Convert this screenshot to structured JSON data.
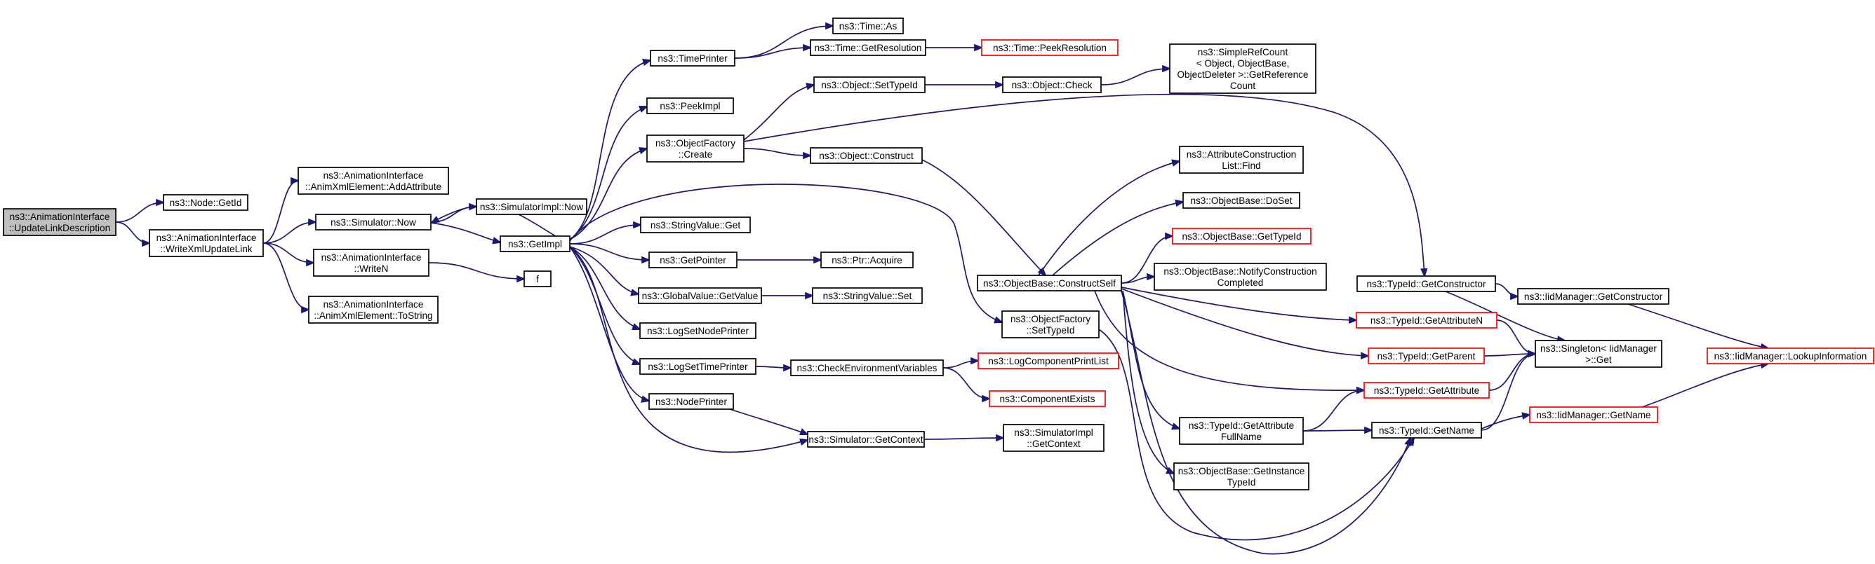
{
  "graph": {
    "nodes": {
      "root": {
        "lines": [
          "ns3::AnimationInterface",
          "::UpdateLinkDescription"
        ],
        "style": "root"
      },
      "node_getid": {
        "lines": [
          "ns3::Node::GetId"
        ]
      },
      "write_xml_update_link": {
        "lines": [
          "ns3::AnimationInterface",
          "::WriteXmlUpdateLink"
        ]
      },
      "add_attribute": {
        "lines": [
          "ns3::AnimationInterface",
          "::AnimXmlElement::AddAttribute"
        ]
      },
      "simulator_now": {
        "lines": [
          "ns3::Simulator::Now"
        ]
      },
      "write_n": {
        "lines": [
          "ns3::AnimationInterface",
          "::WriteN"
        ]
      },
      "to_string": {
        "lines": [
          "ns3::AnimationInterface",
          "::AnimXmlElement::ToString"
        ]
      },
      "simulatorimpl_now": {
        "lines": [
          "ns3::SimulatorImpl::Now"
        ]
      },
      "get_impl": {
        "lines": [
          "ns3::GetImpl"
        ]
      },
      "f": {
        "lines": [
          "f"
        ]
      },
      "time_printer": {
        "lines": [
          "ns3::TimePrinter"
        ]
      },
      "peek_impl": {
        "lines": [
          "ns3::PeekImpl"
        ]
      },
      "object_factory_create": {
        "lines": [
          "ns3::ObjectFactory",
          "::Create"
        ]
      },
      "string_value_get": {
        "lines": [
          "ns3::StringValue::Get"
        ]
      },
      "get_pointer": {
        "lines": [
          "ns3::GetPointer"
        ]
      },
      "global_value_getvalue": {
        "lines": [
          "ns3::GlobalValue::GetValue"
        ]
      },
      "log_set_node_printer": {
        "lines": [
          "ns3::LogSetNodePrinter"
        ]
      },
      "log_set_time_printer": {
        "lines": [
          "ns3::LogSetTimePrinter"
        ]
      },
      "node_printer": {
        "lines": [
          "ns3::NodePrinter"
        ]
      },
      "time_as": {
        "lines": [
          "ns3::Time::As"
        ]
      },
      "time_get_resolution": {
        "lines": [
          "ns3::Time::GetResolution"
        ]
      },
      "time_peek_resolution": {
        "lines": [
          "ns3::Time::PeekResolution"
        ],
        "style": "red"
      },
      "object_settypeid": {
        "lines": [
          "ns3::Object::SetTypeId"
        ]
      },
      "object_check": {
        "lines": [
          "ns3::Object::Check"
        ]
      },
      "simple_ref_count": {
        "lines": [
          "ns3::SimpleRefCount",
          "< Object, ObjectBase,",
          "ObjectDeleter >::GetReference",
          "Count"
        ]
      },
      "object_construct": {
        "lines": [
          "ns3::Object::Construct"
        ]
      },
      "ptr_acquire": {
        "lines": [
          "ns3::Ptr::Acquire"
        ]
      },
      "string_value_set": {
        "lines": [
          "ns3::StringValue::Set"
        ]
      },
      "check_env_vars": {
        "lines": [
          "ns3::CheckEnvironmentVariables"
        ]
      },
      "log_component_print_list": {
        "lines": [
          "ns3::LogComponentPrintList"
        ],
        "style": "red"
      },
      "component_exists": {
        "lines": [
          "ns3::ComponentExists"
        ],
        "style": "red"
      },
      "simulator_get_context": {
        "lines": [
          "ns3::Simulator::GetContext"
        ]
      },
      "simulatorimpl_get_context": {
        "lines": [
          "ns3::SimulatorImpl",
          "::GetContext"
        ]
      },
      "object_factory_settypeid": {
        "lines": [
          "ns3::ObjectFactory",
          "::SetTypeId"
        ]
      },
      "objectbase_construct_self": {
        "lines": [
          "ns3::ObjectBase::ConstructSelf"
        ]
      },
      "attr_construction_list_find": {
        "lines": [
          "ns3::AttributeConstruction",
          "List::Find"
        ]
      },
      "objectbase_doset": {
        "lines": [
          "ns3::ObjectBase::DoSet"
        ]
      },
      "objectbase_gettypeid": {
        "lines": [
          "ns3::ObjectBase::GetTypeId"
        ],
        "style": "red"
      },
      "objectbase_notify_construction": {
        "lines": [
          "ns3::ObjectBase::NotifyConstruction",
          "Completed"
        ]
      },
      "typeid_get_attribute_full_name": {
        "lines": [
          "ns3::TypeId::GetAttribute",
          "FullName"
        ]
      },
      "objectbase_get_instance_typeid": {
        "lines": [
          "ns3::ObjectBase::GetInstance",
          "TypeId"
        ]
      },
      "typeid_get_constructor": {
        "lines": [
          "ns3::TypeId::GetConstructor"
        ]
      },
      "typeid_get_attribute_n": {
        "lines": [
          "ns3::TypeId::GetAttributeN"
        ],
        "style": "red"
      },
      "typeid_get_parent": {
        "lines": [
          "ns3::TypeId::GetParent"
        ],
        "style": "red"
      },
      "typeid_get_attribute": {
        "lines": [
          "ns3::TypeId::GetAttribute"
        ],
        "style": "red"
      },
      "typeid_get_name": {
        "lines": [
          "ns3::TypeId::GetName"
        ]
      },
      "iidmanager_get_constructor": {
        "lines": [
          "ns3::IidManager::GetConstructor"
        ]
      },
      "singleton_get": {
        "lines": [
          "ns3::Singleton< IidManager",
          ">::Get"
        ]
      },
      "iidmanager_get_name": {
        "lines": [
          "ns3::IidManager::GetName"
        ],
        "style": "red"
      },
      "iidmanager_lookup_information": {
        "lines": [
          "ns3::IidManager::LookupInformation"
        ],
        "style": "red"
      }
    },
    "edges": [
      [
        "root",
        "node_getid"
      ],
      [
        "root",
        "write_xml_update_link"
      ],
      [
        "write_xml_update_link",
        "add_attribute"
      ],
      [
        "write_xml_update_link",
        "simulator_now"
      ],
      [
        "write_xml_update_link",
        "write_n"
      ],
      [
        "write_xml_update_link",
        "to_string"
      ],
      [
        "simulator_now",
        "simulatorimpl_now"
      ],
      [
        "simulator_now",
        "get_impl"
      ],
      [
        "write_n",
        "f"
      ],
      [
        "get_impl",
        "simulator_now"
      ],
      [
        "get_impl",
        "time_printer"
      ],
      [
        "get_impl",
        "peek_impl"
      ],
      [
        "get_impl",
        "object_factory_create"
      ],
      [
        "get_impl",
        "object_factory_settypeid"
      ],
      [
        "get_impl",
        "string_value_get"
      ],
      [
        "get_impl",
        "get_pointer"
      ],
      [
        "get_impl",
        "global_value_getvalue"
      ],
      [
        "get_impl",
        "log_set_node_printer"
      ],
      [
        "get_impl",
        "log_set_time_printer"
      ],
      [
        "get_impl",
        "node_printer"
      ],
      [
        "get_impl",
        "simulator_get_context"
      ],
      [
        "time_printer",
        "time_as"
      ],
      [
        "time_printer",
        "time_get_resolution"
      ],
      [
        "time_get_resolution",
        "time_peek_resolution"
      ],
      [
        "object_factory_create",
        "object_settypeid"
      ],
      [
        "object_factory_create",
        "object_construct"
      ],
      [
        "object_factory_create",
        "typeid_get_constructor"
      ],
      [
        "object_settypeid",
        "object_check"
      ],
      [
        "object_check",
        "simple_ref_count"
      ],
      [
        "object_construct",
        "objectbase_construct_self"
      ],
      [
        "get_pointer",
        "ptr_acquire"
      ],
      [
        "global_value_getvalue",
        "string_value_set"
      ],
      [
        "log_set_time_printer",
        "check_env_vars"
      ],
      [
        "check_env_vars",
        "log_component_print_list"
      ],
      [
        "check_env_vars",
        "component_exists"
      ],
      [
        "node_printer",
        "simulator_get_context"
      ],
      [
        "simulator_get_context",
        "simulatorimpl_get_context"
      ],
      [
        "object_factory_settypeid",
        "typeid_get_name"
      ],
      [
        "objectbase_construct_self",
        "attr_construction_list_find"
      ],
      [
        "objectbase_construct_self",
        "objectbase_doset"
      ],
      [
        "objectbase_construct_self",
        "objectbase_gettypeid"
      ],
      [
        "objectbase_construct_self",
        "objectbase_notify_construction"
      ],
      [
        "objectbase_construct_self",
        "typeid_get_attribute_n"
      ],
      [
        "objectbase_construct_self",
        "typeid_get_parent"
      ],
      [
        "objectbase_construct_self",
        "typeid_get_attribute"
      ],
      [
        "objectbase_construct_self",
        "typeid_get_attribute_full_name"
      ],
      [
        "objectbase_construct_self",
        "objectbase_get_instance_typeid"
      ],
      [
        "objectbase_construct_self",
        "typeid_get_name"
      ],
      [
        "typeid_get_attribute_full_name",
        "typeid_get_attribute"
      ],
      [
        "typeid_get_attribute_full_name",
        "typeid_get_name"
      ],
      [
        "typeid_get_constructor",
        "iidmanager_get_constructor"
      ],
      [
        "typeid_get_constructor",
        "singleton_get"
      ],
      [
        "typeid_get_attribute_n",
        "singleton_get"
      ],
      [
        "typeid_get_parent",
        "singleton_get"
      ],
      [
        "typeid_get_attribute",
        "singleton_get"
      ],
      [
        "typeid_get_name",
        "singleton_get"
      ],
      [
        "typeid_get_name",
        "iidmanager_get_name"
      ],
      [
        "iidmanager_get_constructor",
        "iidmanager_lookup_information"
      ],
      [
        "iidmanager_get_name",
        "iidmanager_lookup_information"
      ]
    ]
  }
}
